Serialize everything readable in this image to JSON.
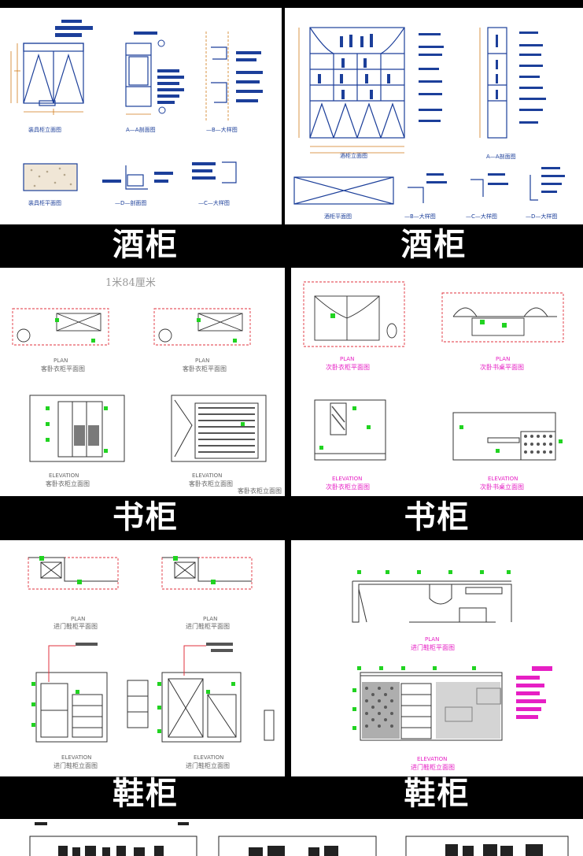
{
  "panels": [
    {
      "id": "wine-1",
      "title": "酒柜",
      "labels": [
        "装具柜立面图",
        "A—A剖面图",
        "—B—大样图",
        "装具柜平面图",
        "—D—剖面图",
        "—C—大样图"
      ]
    },
    {
      "id": "wine-2",
      "title": "酒柜",
      "labels": [
        "酒柜立面图",
        "A—A剖面图",
        "酒柜平面图",
        "—B—大样图",
        "—C—大样图",
        "—D—大样图"
      ]
    },
    {
      "id": "book-1",
      "title": "书柜",
      "header": "1米84厘米",
      "labels": [
        "PLAN",
        "客卧衣柜平面图",
        "PLAN",
        "客卧衣柜平面图",
        "ELEVATION",
        "客卧衣柜立面图",
        "ELEVATION",
        "客卧衣柜立面图",
        "客卧衣柜立面图"
      ]
    },
    {
      "id": "book-2",
      "title": "书柜",
      "labels": [
        "PLAN",
        "次卧衣柜平面图",
        "PLAN",
        "次卧书桌平面图",
        "ELEVATION",
        "次卧衣柜立面图",
        "ELEVATION",
        "次卧书桌立面图"
      ]
    },
    {
      "id": "shoe-1",
      "title": "鞋柜",
      "labels": [
        "PLAN",
        "进门鞋柜平面图",
        "PLAN",
        "进门鞋柜平面图",
        "ELEVATION",
        "进门鞋柜立面图",
        "ELEVATION",
        "进门鞋柜立面图"
      ]
    },
    {
      "id": "shoe-2",
      "title": "鞋柜",
      "labels": [
        "PLAN",
        "进门鞋柜平面图",
        "ELEVATION",
        "进门鞋柜立面图"
      ]
    }
  ],
  "colors": {
    "background": "#000000",
    "sheet": "#ffffff",
    "drawing_blue": "#1c3f9a",
    "dimension_orange": "#d07a1a",
    "annotation_green": "#21d321",
    "annotation_magenta": "#e61fc4",
    "plan_red": "#e0303c",
    "label_text": "#666666"
  }
}
